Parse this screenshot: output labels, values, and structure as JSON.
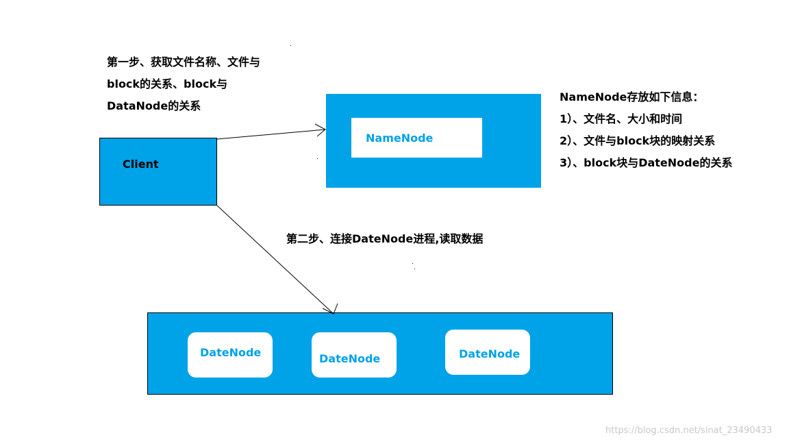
{
  "step1": {
    "lines": [
      "第一步、获取文件名称、文件与",
      "block的关系、block与",
      "DataNode的关系"
    ]
  },
  "step2": {
    "text": "第二步、连接DateNode进程,读取数据"
  },
  "client": {
    "label": "Client"
  },
  "namenode": {
    "label": "NameNode"
  },
  "namenode_info": {
    "title": "NameNode存放如下信息：",
    "items": [
      "1）、文件名、大小和时间",
      "2）、文件与block块的映射关系",
      "3）、block块与DateNode的关系"
    ]
  },
  "datanodes": [
    {
      "label": "DateNode"
    },
    {
      "label": "DateNode"
    },
    {
      "label": "DateNode"
    }
  ],
  "watermark": "https://blog.csdn.net/sinat_23490433",
  "colors": {
    "box_fill": "#00a2e8",
    "inner_fill": "#ffffff",
    "label_text": "#00a2e8",
    "note_text": "#000000"
  }
}
